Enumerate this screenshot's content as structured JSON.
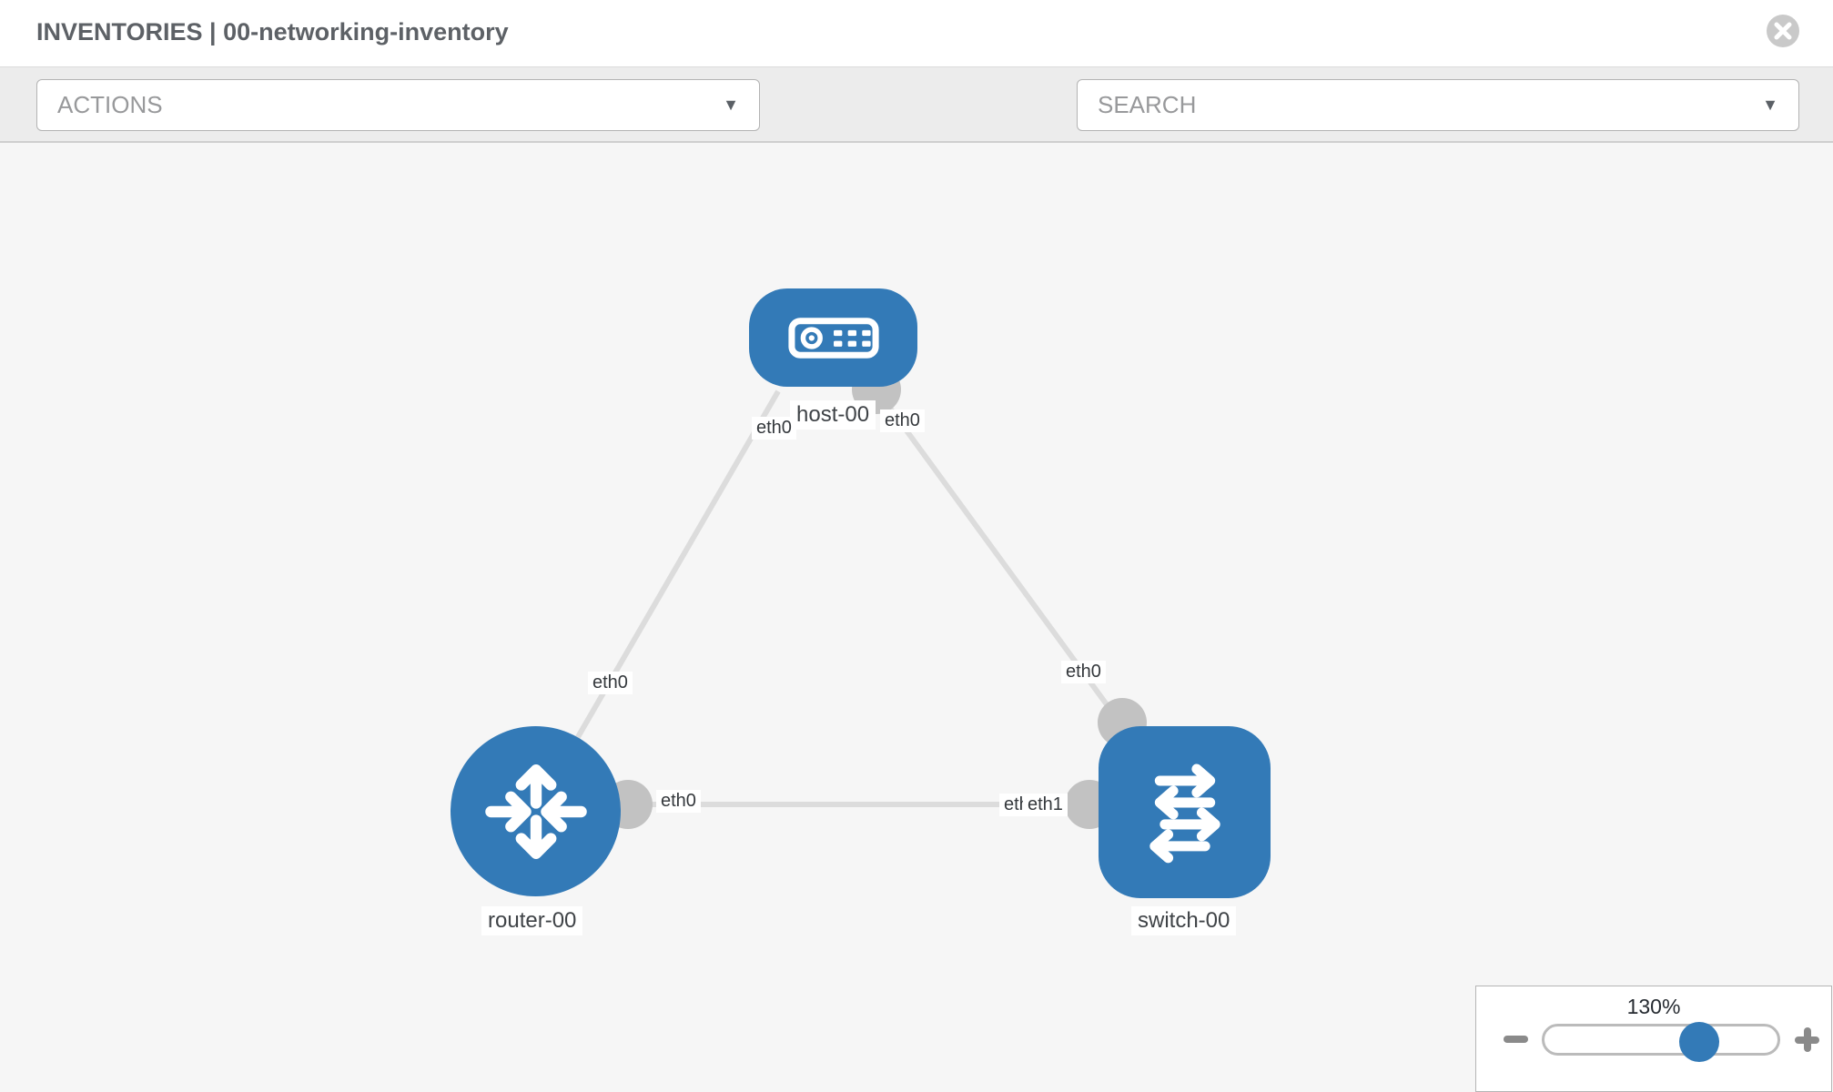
{
  "header": {
    "title": "INVENTORIES | 00-networking-inventory"
  },
  "toolbar": {
    "actions_label": "ACTIONS",
    "search_placeholder": "SEARCH"
  },
  "topology": {
    "nodes": [
      {
        "id": "host-00",
        "type": "host",
        "label": "host-00"
      },
      {
        "id": "router-00",
        "type": "router",
        "label": "router-00"
      },
      {
        "id": "switch-00",
        "type": "switch",
        "label": "switch-00"
      }
    ],
    "links": [
      {
        "from": "host-00",
        "from_interface": "eth0",
        "to": "router-00",
        "to_interface": "eth0"
      },
      {
        "from": "host-00",
        "from_interface": "eth0",
        "to": "switch-00",
        "to_interface": "eth0"
      },
      {
        "from": "router-00",
        "from_interface": "eth0",
        "to": "switch-00",
        "to_interface": "eth1"
      }
    ],
    "interface_labels": [
      "eth0",
      "eth0",
      "eth0",
      "eth0",
      "eth0",
      "eth0",
      "eth1"
    ]
  },
  "zoom_control": {
    "value": "130%",
    "percent": 130
  },
  "icons": [
    "close-icon",
    "caret-down-icon",
    "wrench-icon",
    "key-icon",
    "host-icon",
    "router-icon",
    "switch-icon",
    "minus-icon",
    "plus-icon"
  ],
  "colors": {
    "node_blue": "#337ab7",
    "interface_gray": "#c2c2c2",
    "link_gray": "#dcdcdc",
    "canvas_bg": "#f6f6f6",
    "toolbar_bg": "#ececec"
  }
}
